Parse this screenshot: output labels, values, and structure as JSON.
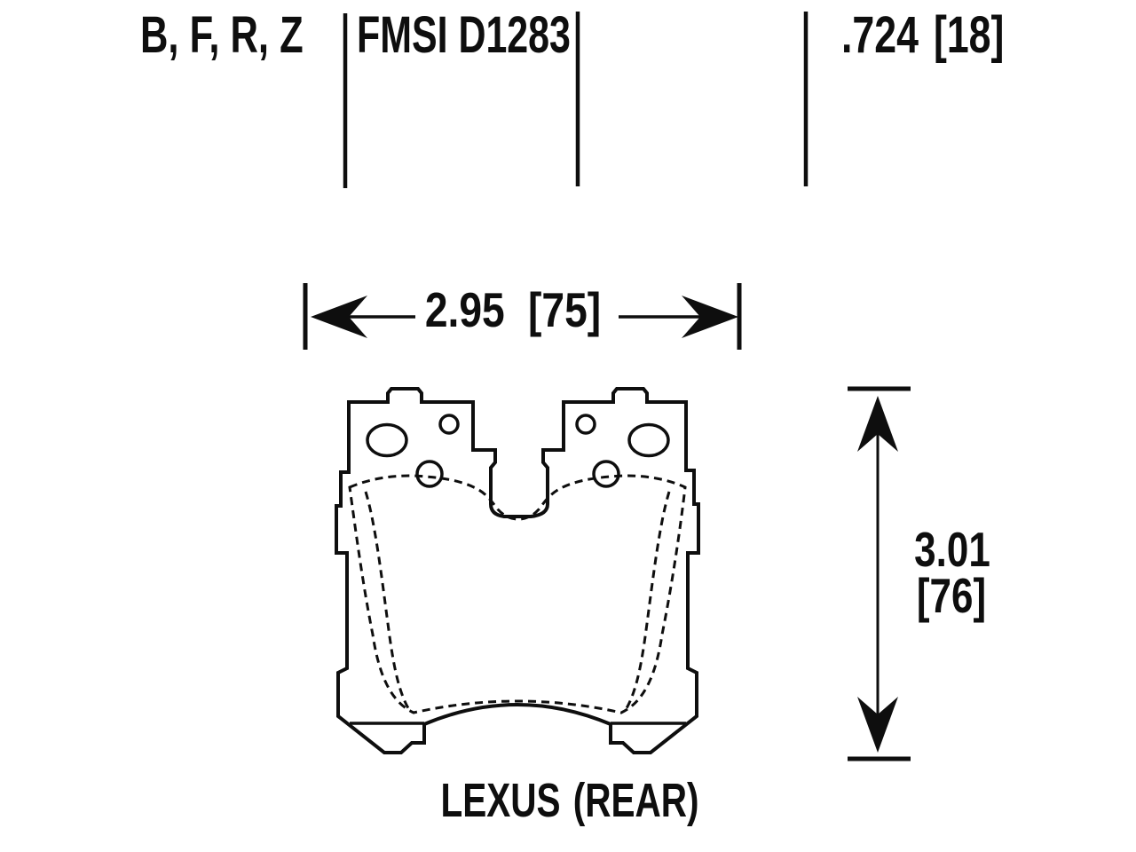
{
  "colors": {
    "ink": "#0e0e0e",
    "background": "#ffffff"
  },
  "header": {
    "compound_codes": "B, F, R, Z",
    "fmsi_number": "FMSI D1283",
    "pad_thickness": ".724 [18]"
  },
  "dimensions": {
    "width_label": "2.95 [75]",
    "height_value_inches": "3.01",
    "height_value_mm": "[76]"
  },
  "footer": {
    "application": "LEXUS (REAR)"
  }
}
